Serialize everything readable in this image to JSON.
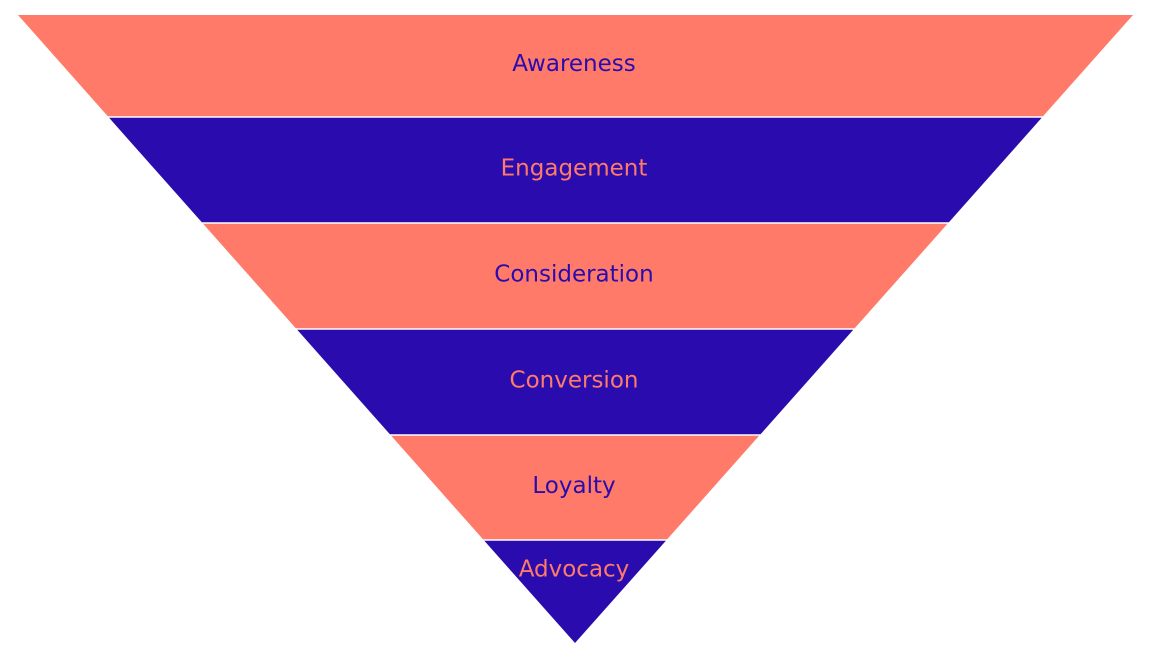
{
  "diagram": {
    "type": "funnel",
    "colors": {
      "coral": "#FF7A68",
      "indigo": "#2A0CAE",
      "background": "#FFFFFF"
    },
    "stages": [
      {
        "label": "Awareness",
        "fill": "#FF7A68",
        "text_color": "#2A0CAE"
      },
      {
        "label": "Engagement",
        "fill": "#2A0CAE",
        "text_color": "#FF7A68"
      },
      {
        "label": "Consideration",
        "fill": "#FF7A68",
        "text_color": "#2A0CAE"
      },
      {
        "label": "Conversion",
        "fill": "#2A0CAE",
        "text_color": "#FF7A68"
      },
      {
        "label": "Loyalty",
        "fill": "#FF7A68",
        "text_color": "#2A0CAE"
      },
      {
        "label": "Advocacy",
        "fill": "#2A0CAE",
        "text_color": "#FF7A68"
      }
    ]
  }
}
